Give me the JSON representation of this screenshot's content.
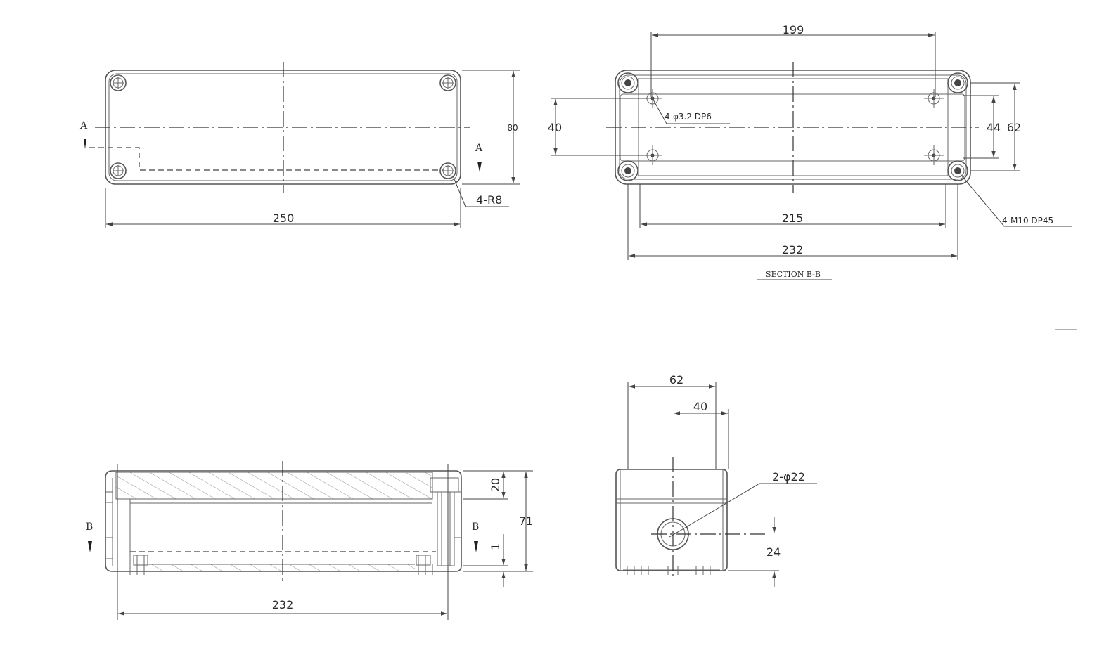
{
  "top_view": {
    "width_dim": "250",
    "height_dim": "80",
    "radius_note": "4-R8",
    "section_mark_left": "A",
    "section_mark_right": "A"
  },
  "section_bb": {
    "title": "SECTION B-B",
    "dim_199": "199",
    "dim_215": "215",
    "dim_232": "232",
    "dim_40": "40",
    "dim_44": "44",
    "dim_62": "62",
    "hole_note": "4-φ3.2  DP6",
    "thread_note": "4-M10 DP45"
  },
  "front_view": {
    "dim_232": "232",
    "dim_20": "20",
    "dim_71": "71",
    "dim_1": "1",
    "section_mark_left": "B",
    "section_mark_right": "B"
  },
  "side_view": {
    "dim_62": "62",
    "dim_40": "40",
    "dim_24": "24",
    "hole_note": "2-φ22"
  }
}
